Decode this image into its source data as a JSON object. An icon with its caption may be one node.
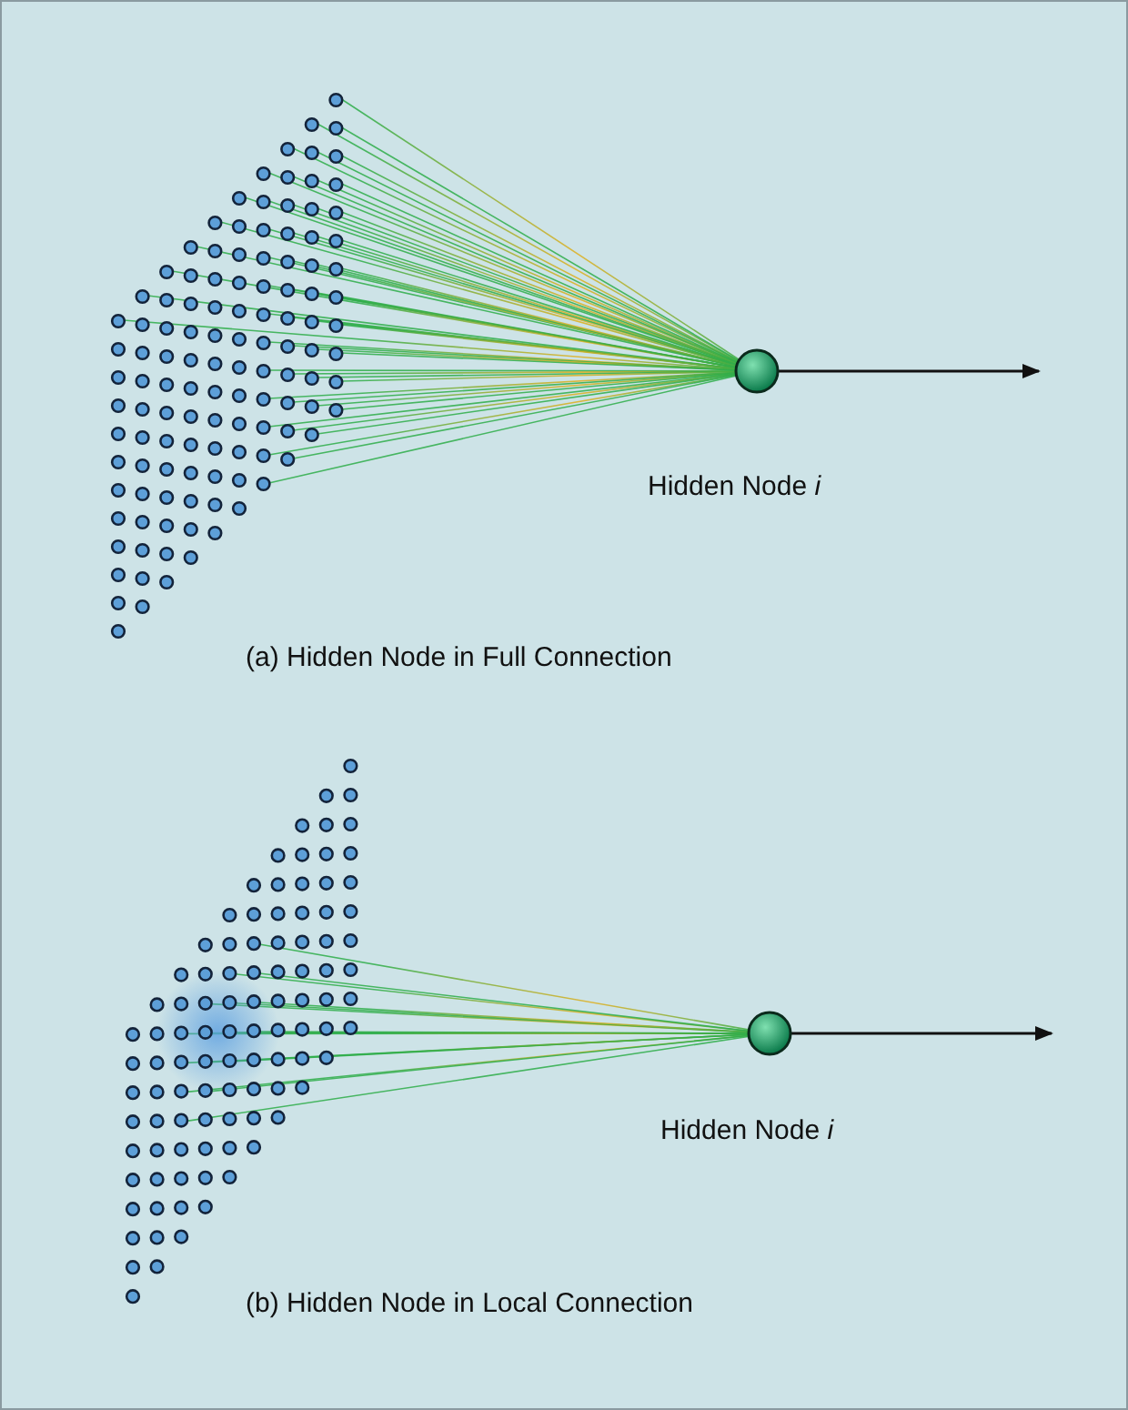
{
  "diagram": {
    "nodes": [
      {
        "text": [],
        "shape": "picture"
      },
      {
        "text": [],
        "shape": "circle",
        "beside": [
          "Hidden Node *i*"
        ]
      },
      {
        "text": [],
        "shape": "picture"
      },
      {
        "text": [],
        "shape": "circle",
        "beside": [
          "Hidden Node *i*"
        ]
      }
    ],
    "edges": [
      {
        "from": 0,
        "to": 1,
        "arrow": "none",
        "color": "#2fae4a"
      },
      {
        "from": 1,
        "to": null,
        "arrow": "to"
      },
      {
        "from": 2,
        "to": 3,
        "arrow": "none",
        "color": "#2fae4a"
      },
      {
        "from": 3,
        "to": null,
        "arrow": "to"
      }
    ],
    "labels": [
      "(a) Hidden Node in Full Connection",
      "(b) Hidden Node in Local Connection"
    ]
  }
}
